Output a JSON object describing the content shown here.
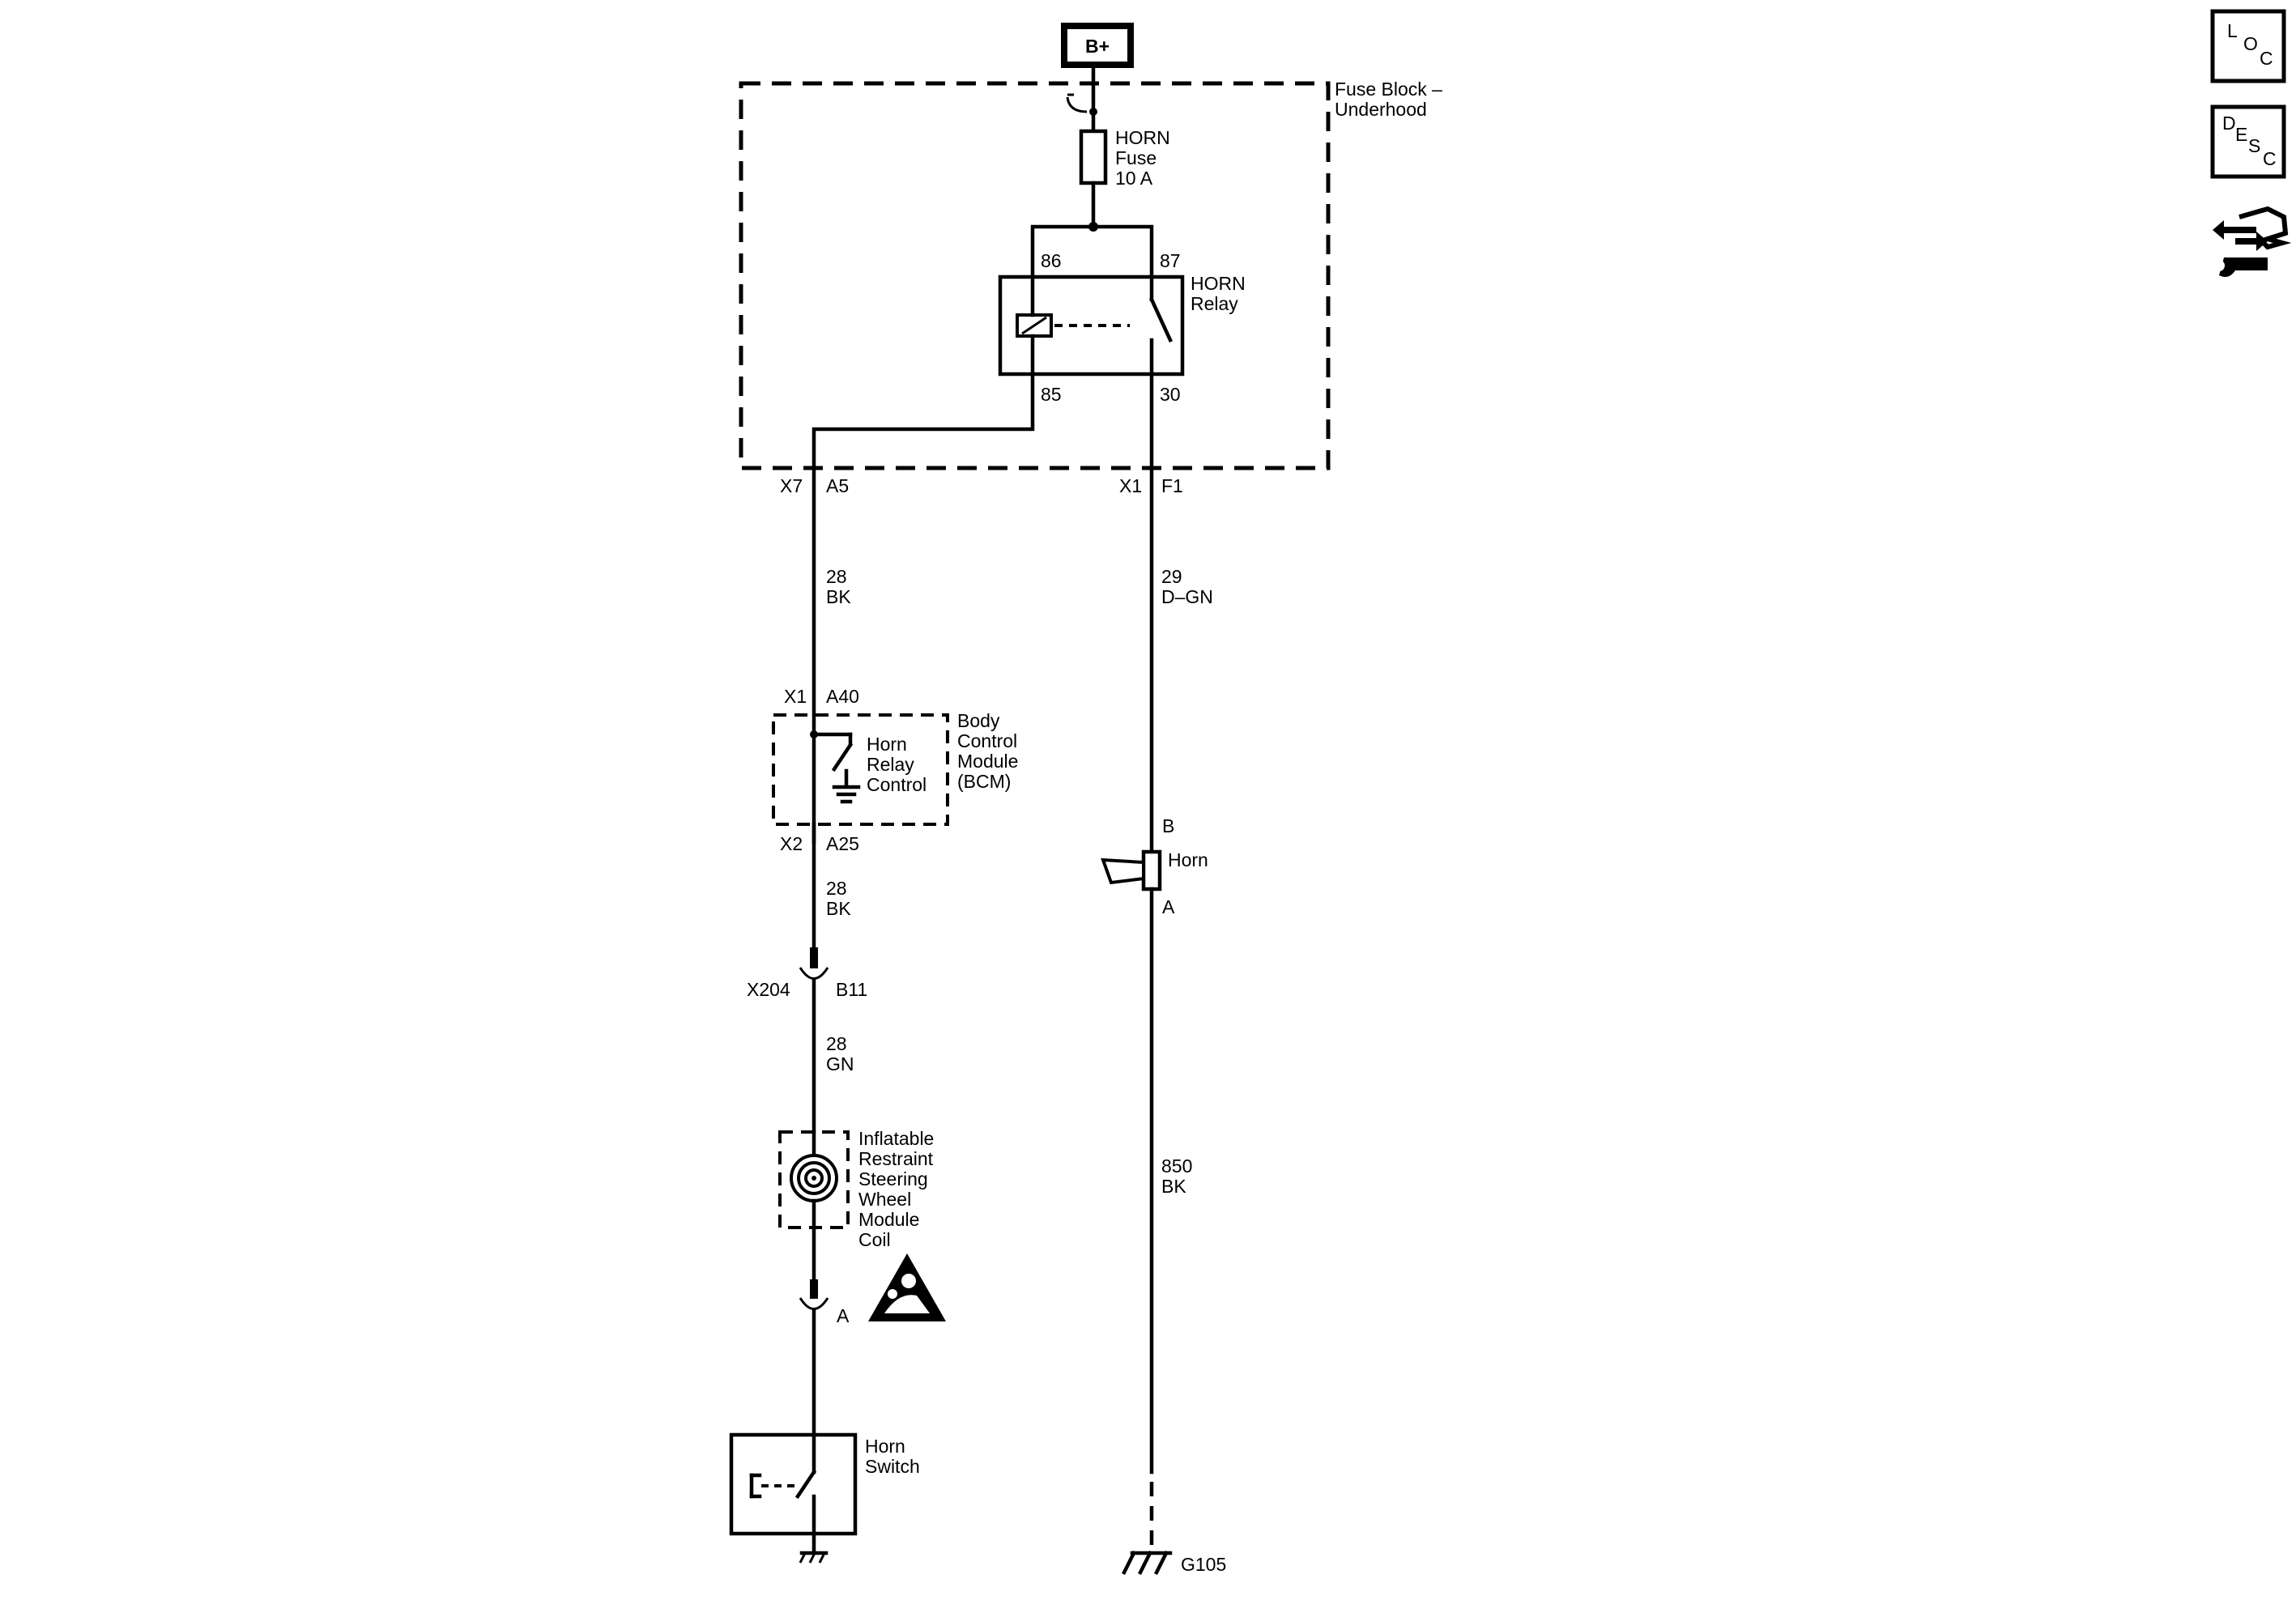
{
  "power": {
    "label": "B+"
  },
  "fuse_block": {
    "line1": "Fuse Block –",
    "line2": "Underhood"
  },
  "fuse": {
    "line1": "HORN",
    "line2": "Fuse",
    "line3": "10 A"
  },
  "relay": {
    "line1": "HORN",
    "line2": "Relay",
    "pin86": "86",
    "pin87": "87",
    "pin85": "85",
    "pin30": "30"
  },
  "connectors": {
    "x7": "X7",
    "a5": "A5",
    "x1_top": "X1",
    "f1": "F1",
    "x1_bcm": "X1",
    "a40": "A40",
    "x2": "X2",
    "a25": "A25",
    "x204": "X204",
    "b11": "B11",
    "pin_a": "A"
  },
  "wires": {
    "w1_circuit": "28",
    "w1_color": "BK",
    "w2_circuit": "29",
    "w2_color": "D–GN",
    "w3_circuit": "28",
    "w3_color": "BK",
    "w4_circuit": "28",
    "w4_color": "GN",
    "w5_circuit": "850",
    "w5_color": "BK"
  },
  "bcm": {
    "line1": "Body",
    "line2": "Control",
    "line3": "Module",
    "line4": "(BCM)",
    "inner1": "Horn",
    "inner2": "Relay",
    "inner3": "Control"
  },
  "coil": {
    "line1": "Inflatable",
    "line2": "Restraint",
    "line3": "Steering",
    "line4": "Wheel",
    "line5": "Module",
    "line6": "Coil"
  },
  "horn": {
    "label": "Horn",
    "pin_b": "B",
    "pin_a": "A"
  },
  "horn_switch": {
    "line1": "Horn",
    "line2": "Switch"
  },
  "ground": {
    "label": "G105"
  },
  "side_icons": {
    "loc": {
      "l": "L",
      "o": "O",
      "c": "C"
    },
    "desc": {
      "d": "D",
      "e": "E",
      "s": "S",
      "c": "C"
    },
    "icon3": "connector-repair-icon"
  }
}
